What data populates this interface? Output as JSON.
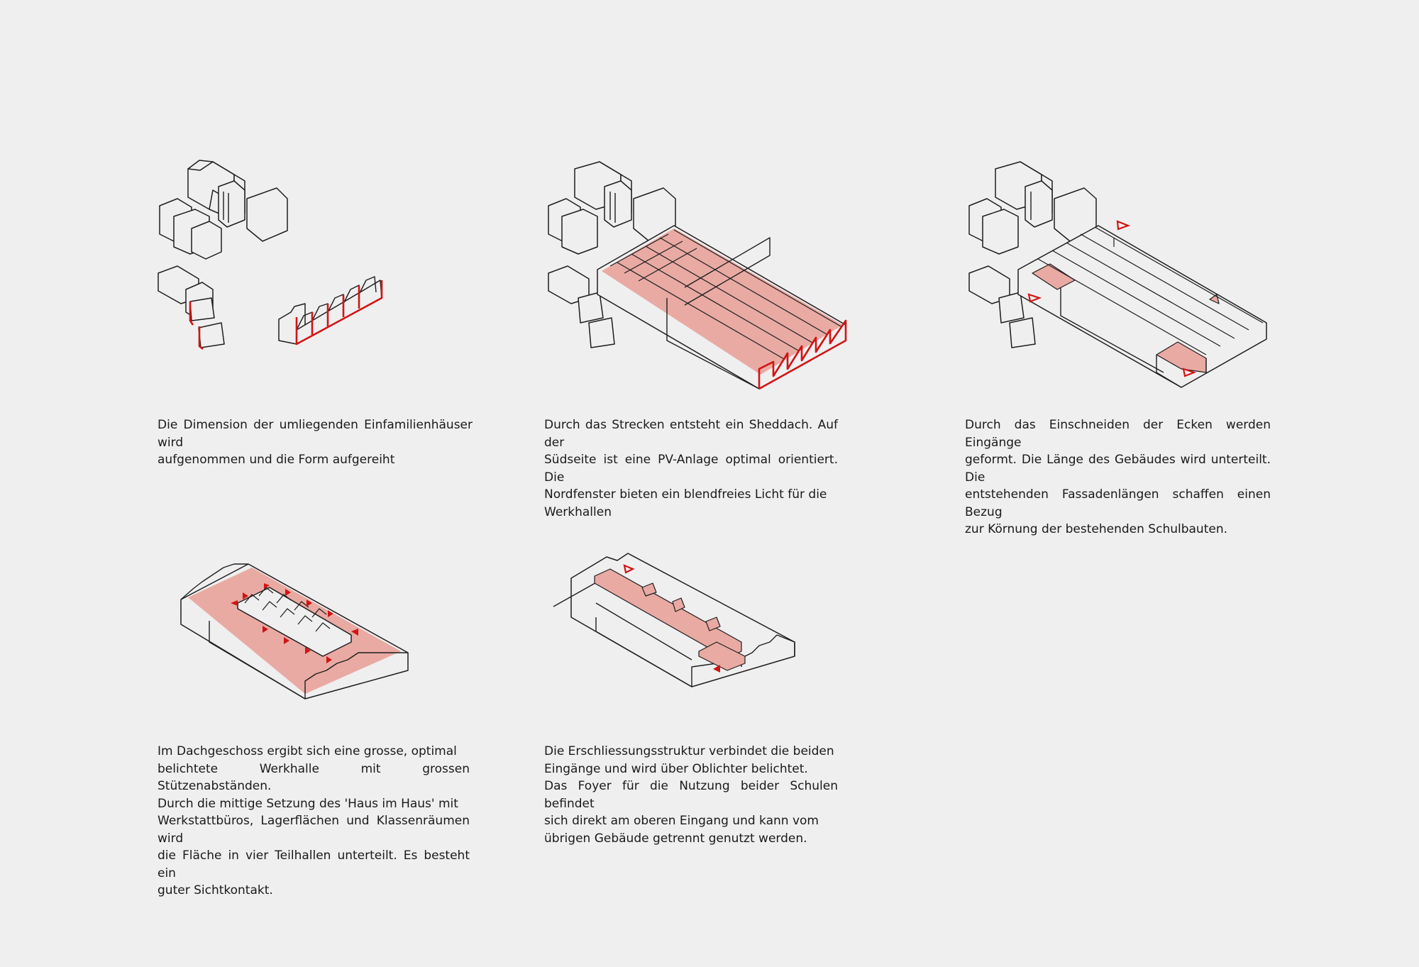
{
  "accent_color": "#d11414",
  "highlight_fill": "#e9aaa3",
  "background": "#efefef",
  "panels": [
    {
      "id": "aufreihen",
      "caption_lines": [
        "Die Dimension der umliegenden Einfamilienhäuser wird",
        "aufgenommen und die Form aufgereiht"
      ]
    },
    {
      "id": "sheddach",
      "caption_lines": [
        "Durch das Strecken entsteht ein Sheddach. Auf der",
        "Südseite ist eine PV-Anlage optimal orientiert. Die",
        "Nordfenster bieten ein blendfreies Licht für die",
        "Werkhallen"
      ]
    },
    {
      "id": "einschneiden",
      "caption_lines": [
        "Durch das Einschneiden der Ecken werden Eingänge",
        "geformt. Die Länge des Gebäudes wird unterteilt. Die",
        "entstehenden Fassadenlängen schaffen einen Bezug",
        "zur Körnung der bestehenden Schulbauten."
      ]
    },
    {
      "id": "dachgeschoss",
      "caption_lines": [
        "Im Dachgeschoss ergibt sich eine grosse, optimal",
        "belichtete Werkhalle mit grossen Stützenabständen.",
        "Durch die mittige Setzung des 'Haus im Haus' mit",
        "Werkstattbüros, Lagerflächen und Klassenräumen  wird",
        "die Fläche in vier Teilhallen unterteilt. Es besteht ein",
        "guter Sichtkontakt."
      ]
    },
    {
      "id": "erschliessung",
      "caption_lines": [
        "Die Erschliessungsstruktur verbindet die beiden",
        "Eingänge und wird über Oblichter belichtet.",
        "Das Foyer für die Nutzung beider Schulen befindet",
        "sich direkt am oberen Eingang und kann vom",
        "übrigen Gebäude getrennt genutzt werden."
      ]
    }
  ]
}
